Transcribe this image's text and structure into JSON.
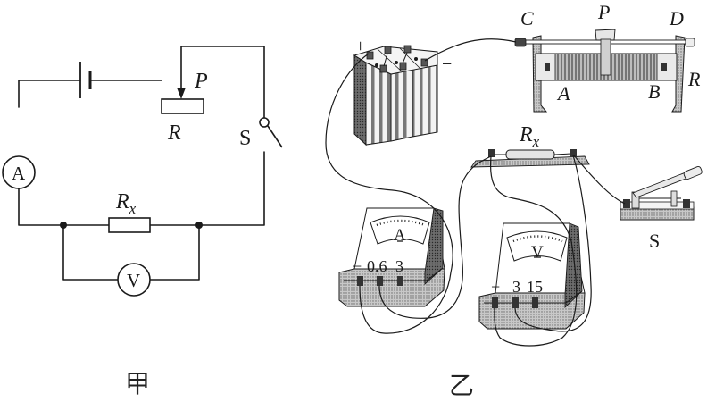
{
  "figure": {
    "left_panel": {
      "caption": "甲",
      "labels": {
        "slider": "P",
        "rheostat": "R",
        "switch": "S",
        "ammeter": "A",
        "voltmeter": "V",
        "resistor_main": "R",
        "resistor_sub": "x"
      }
    },
    "right_panel": {
      "caption": "乙",
      "battery": {
        "positive": "+",
        "negative": "−"
      },
      "rheostat": {
        "terminal_c": "C",
        "terminal_d": "D",
        "terminal_a": "A",
        "terminal_b": "B",
        "slider": "P",
        "name": "R"
      },
      "resistor": {
        "main": "R",
        "sub": "x"
      },
      "switch": {
        "name": "S"
      },
      "ammeter": {
        "symbol": "A",
        "terminals": [
          "−",
          "0.6",
          "3"
        ]
      },
      "voltmeter": {
        "symbol": "V",
        "terminals": [
          "−",
          "3",
          "15"
        ]
      }
    }
  },
  "colors": {
    "ink": "#1a1a1a",
    "shade": "#8a8a8a",
    "light": "#d8d8d8",
    "background": "#ffffff"
  }
}
